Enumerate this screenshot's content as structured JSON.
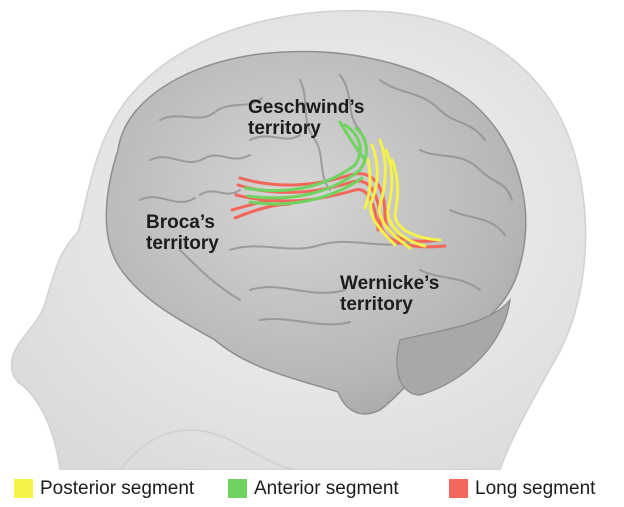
{
  "labels": {
    "geschwind": [
      "Geschwind’s",
      "territory"
    ],
    "broca": [
      "Broca’s",
      "territory"
    ],
    "wernicke": [
      "Wernicke’s",
      "territory"
    ]
  },
  "legend": [
    {
      "label": "Posterior segment",
      "color": "#f5f24a"
    },
    {
      "label": "Anterior segment",
      "color": "#6fd45f"
    },
    {
      "label": "Long segment",
      "color": "#f2665c"
    }
  ],
  "colors": {
    "head": "#e9e9e9",
    "brain": "#bdbcbc",
    "posterior": "#f5f24a",
    "anterior": "#6fd45f",
    "long": "#f2665c"
  }
}
